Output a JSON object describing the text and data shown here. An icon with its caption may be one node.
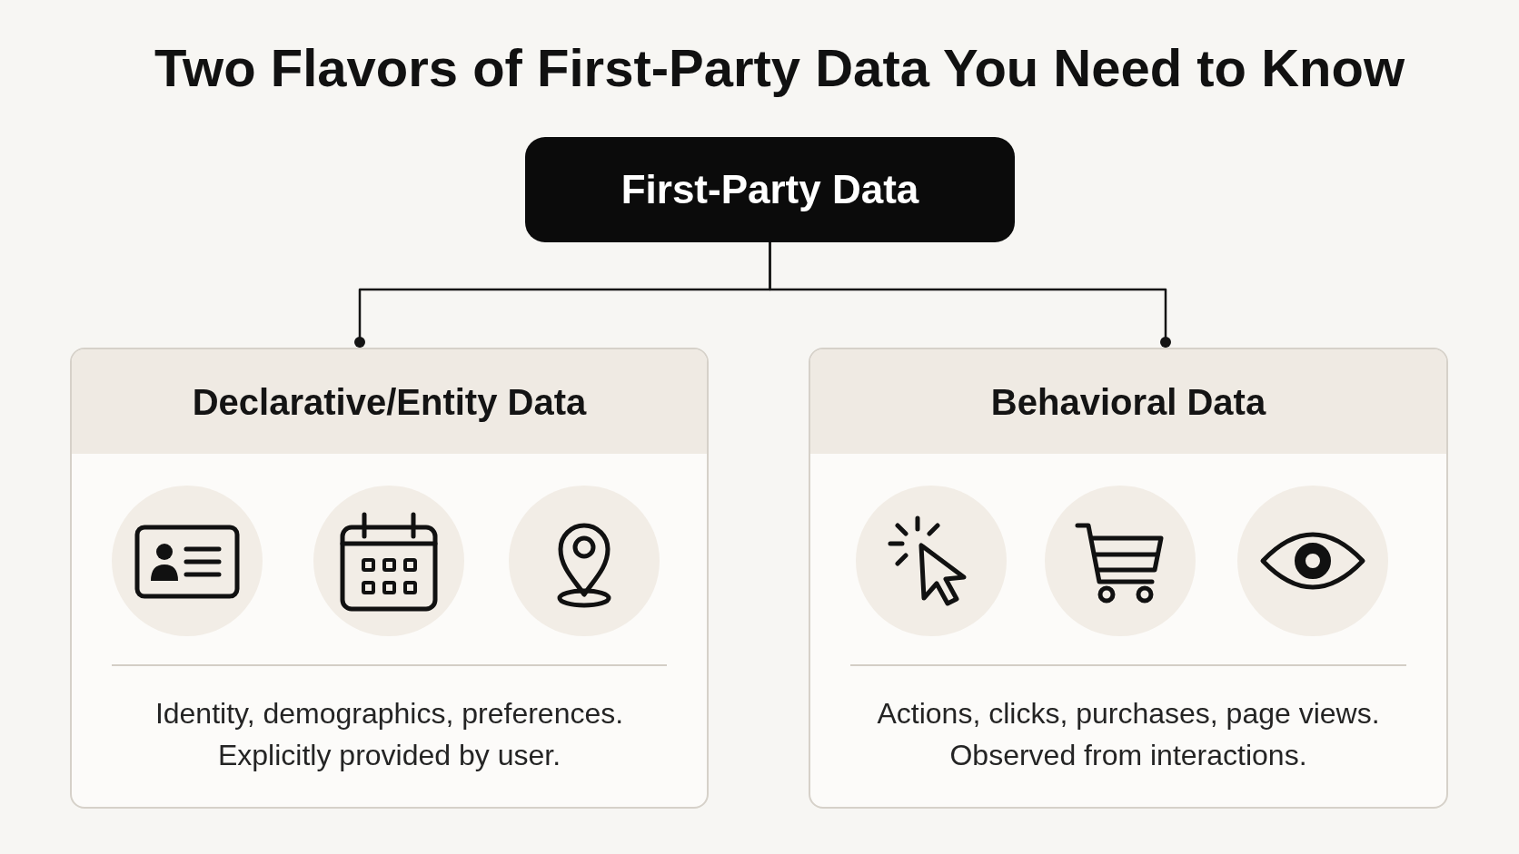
{
  "diagram": {
    "title": "Two Flavors of First-Party Data You Need to Know",
    "nodes": [
      {
        "text": [
          "First-Party Data"
        ]
      },
      {
        "text": [
          "Declarative/Entity Data",
          "Identity, demographics, preferences. Explicitly provided by user."
        ]
      },
      {
        "text": [
          "Behavioral Data",
          "Actions, clicks, purchases, page views. Observed from interactions."
        ]
      }
    ],
    "edges": [
      {
        "from": 0,
        "to": 1,
        "arrow": "other"
      },
      {
        "from": 0,
        "to": 2,
        "arrow": "other"
      }
    ]
  }
}
